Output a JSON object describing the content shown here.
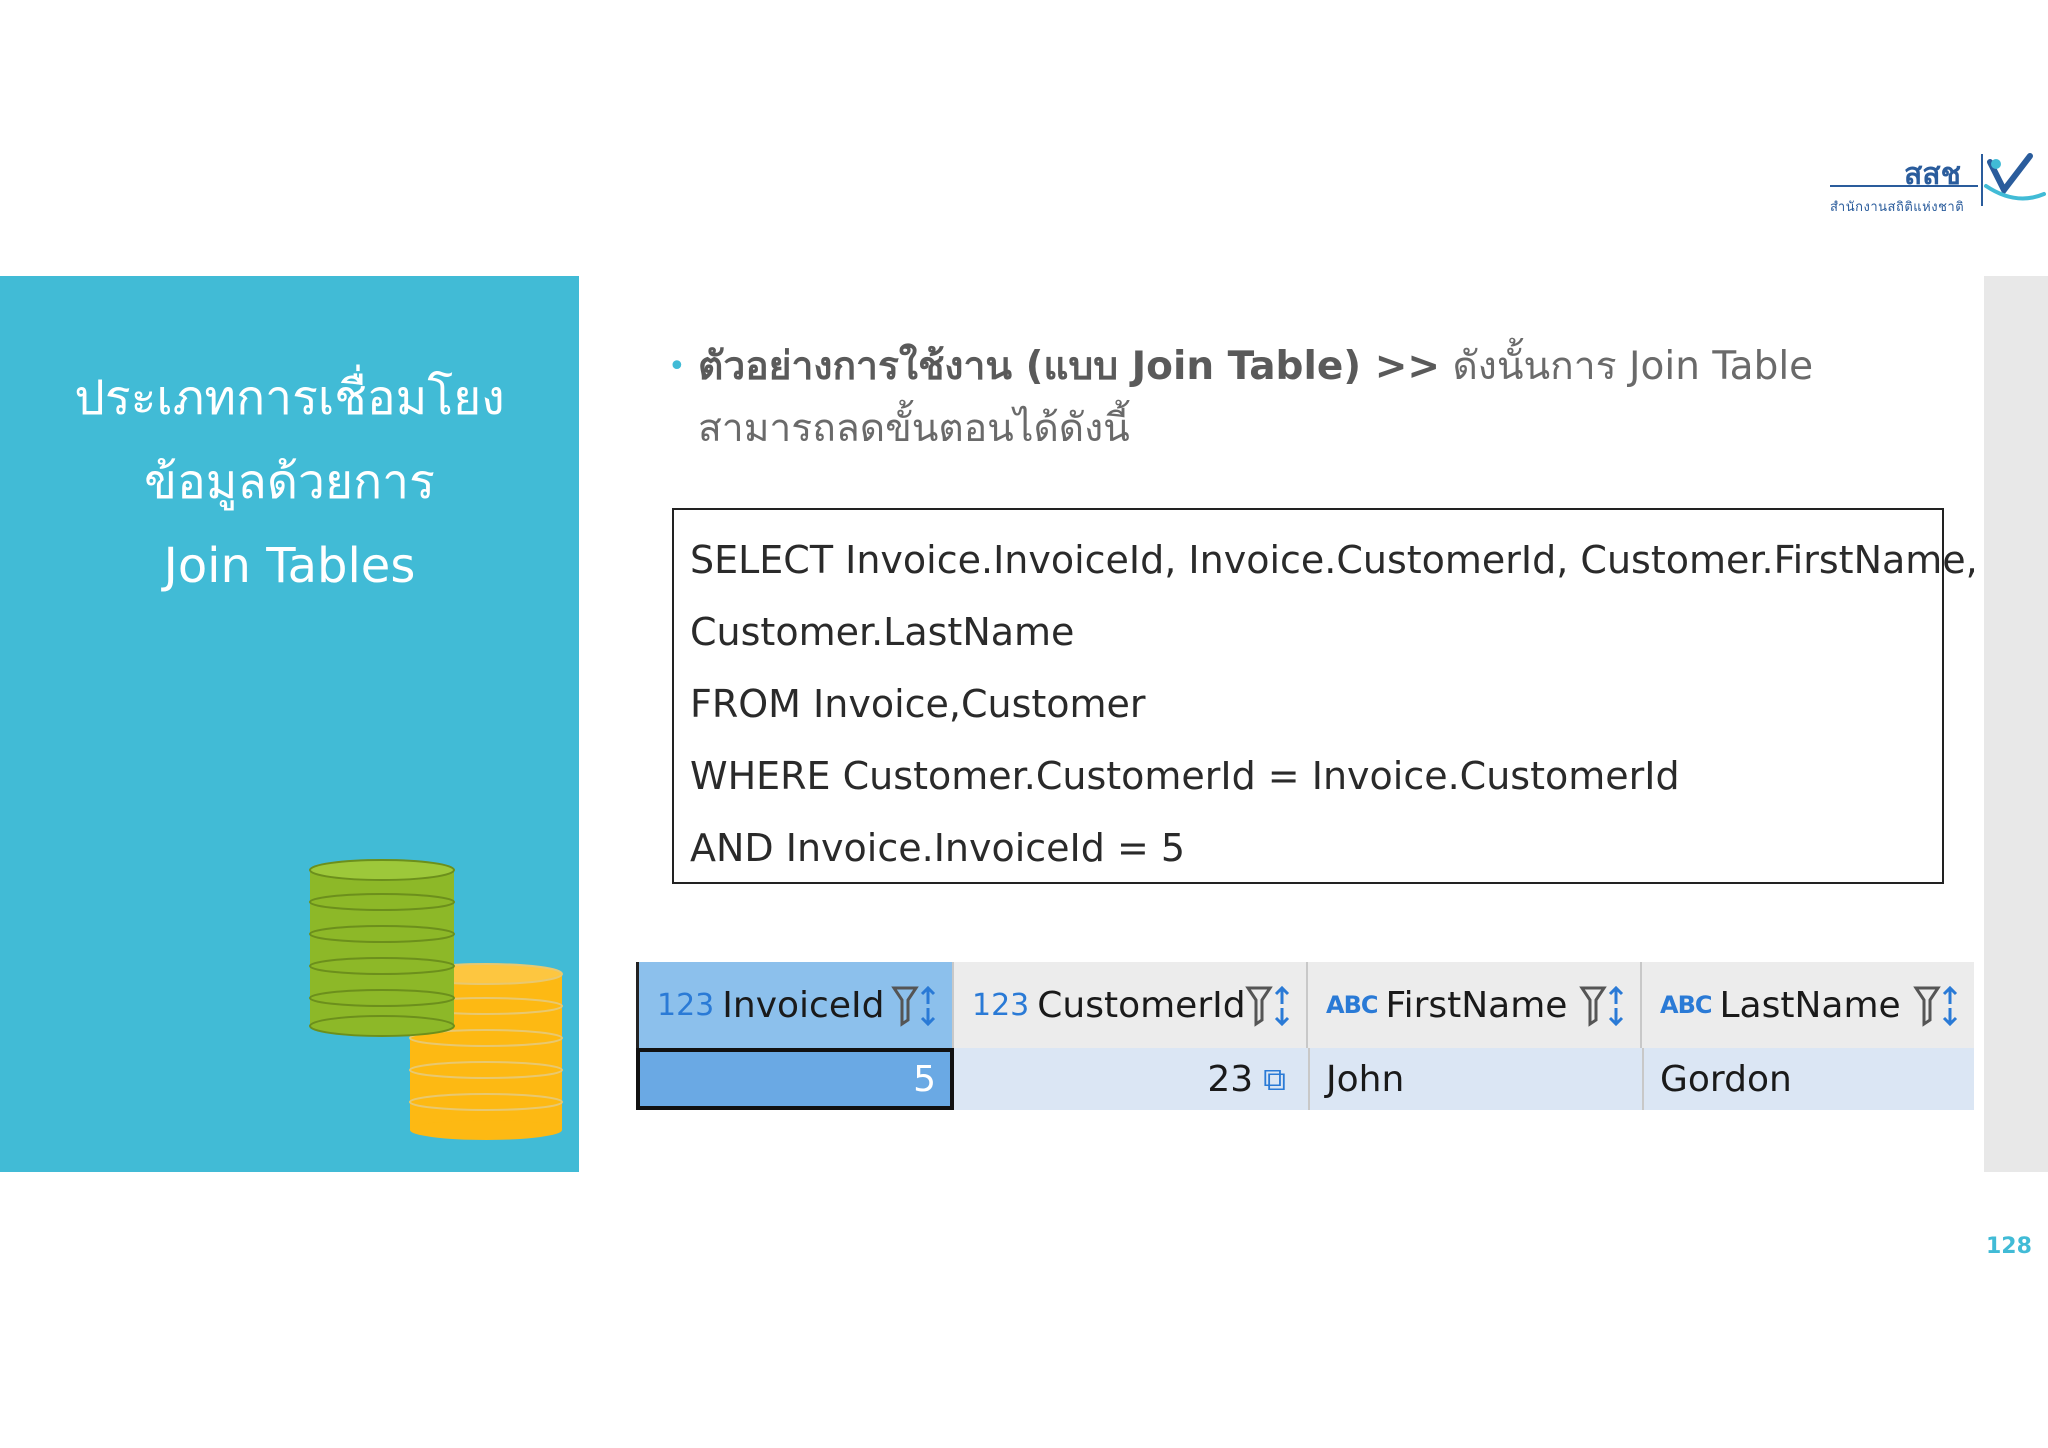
{
  "logo": {
    "org_text": "สำนักงานสถิติแห่งชาติ",
    "abbr": "สสช"
  },
  "panel": {
    "title_lines": [
      "ประเภทการเชื่อมโยง",
      "ข้อมูลด้วยการ",
      "Join Tables"
    ]
  },
  "bullet": {
    "bold_text": "ตัวอย่างการใช้งาน (แบบ Join Table) >>",
    "normal_text": " ดังนั้นการ Join Table",
    "line2": "สามารถลดขั้นตอนได้ดังนี้"
  },
  "sql": {
    "lines": [
      "SELECT Invoice.InvoiceId, Invoice.CustomerId, Customer.FirstName,",
      "Customer.LastName",
      "FROM Invoice,Customer",
      "WHERE Customer.CustomerId = Invoice.CustomerId",
      "AND Invoice.InvoiceId = 5"
    ]
  },
  "grid": {
    "columns": [
      {
        "type_icon": "123",
        "label": "InvoiceId"
      },
      {
        "type_icon": "123",
        "label": "CustomerId"
      },
      {
        "type_icon": "ABC",
        "label": "FirstName"
      },
      {
        "type_icon": "ABC",
        "label": "LastName"
      }
    ],
    "rows": [
      {
        "invoice_id": "5",
        "customer_id": "23",
        "first_name": "John",
        "last_name": "Gordon"
      }
    ]
  },
  "page_number": "128"
}
